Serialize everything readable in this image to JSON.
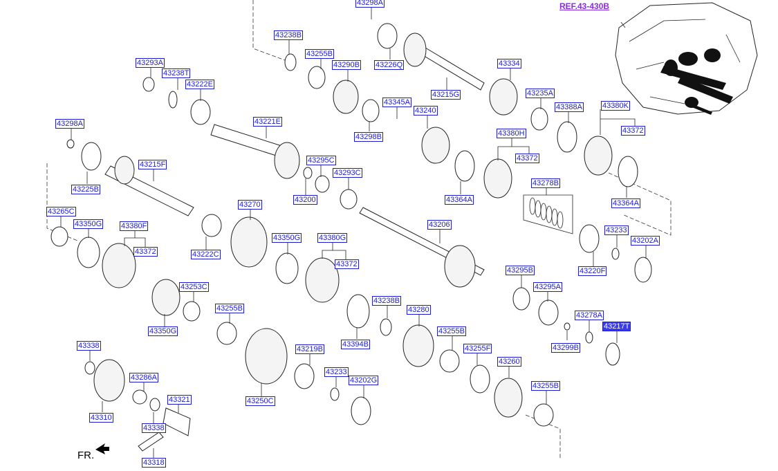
{
  "ref_link": "REF.43-430B",
  "fr_label": "FR.",
  "labels": {
    "l43298A_top": "43298A",
    "l43238B_top": "43238B",
    "l43255B_top": "43255B",
    "l43290B": "43290B",
    "l43226Q": "43226Q",
    "l43215G": "43215G",
    "l43334": "43334",
    "l43235A": "43235A",
    "l43388A": "43388A",
    "l43380K": "43380K",
    "l43372_k": "43372",
    "l43293A": "43293A",
    "l43238T": "43238T",
    "l43222E": "43222E",
    "l43345A": "43345A",
    "l43240": "43240",
    "l43298B": "43298B",
    "l43380H": "43380H",
    "l43372_h": "43372",
    "l43221E": "43221E",
    "l43298A_left": "43298A",
    "l43215F": "43215F",
    "l43225B": "43225B",
    "l43295C": "43295C",
    "l43293C": "43293C",
    "l43200": "43200",
    "l43364A_mid": "43364A",
    "l43278B": "43278B",
    "l43364A_right": "43364A",
    "l43265C": "43265C",
    "l43350G_left": "43350G",
    "l43380F": "43380F",
    "l43372_f": "43372",
    "l43270": "43270",
    "l43206": "43206",
    "l43222C": "43222C",
    "l43350G_mid": "43350G",
    "l43380G": "43380G",
    "l43372_g": "43372",
    "l43233_right": "43233",
    "l43202A": "43202A",
    "l43220F": "43220F",
    "l43295B": "43295B",
    "l43295A": "43295A",
    "l43253C": "43253C",
    "l43238B_mid": "43238B",
    "l43280": "43280",
    "l43350G_low": "43350G",
    "l43255B_mid": "43255B",
    "l43278A": "43278A",
    "l43217T": "43217T",
    "l43394B": "43394B",
    "l43255B_low": "43255B",
    "l43299B": "43299B",
    "l43338_top": "43338",
    "l43219B": "43219B",
    "l43255F": "43255F",
    "l43286A": "43286A",
    "l43233_low": "43233",
    "l43202G": "43202G",
    "l43260": "43260",
    "l43321": "43321",
    "l43310": "43310",
    "l43250C": "43250C",
    "l43255B_bottom": "43255B",
    "l43338_low": "43338",
    "l43318": "43318"
  },
  "selected_label": "l43217T",
  "colors": {
    "label_blue": "#1b1bd6",
    "selected_fill": "#3a3af0",
    "ref_purple": "#8a2be2"
  }
}
